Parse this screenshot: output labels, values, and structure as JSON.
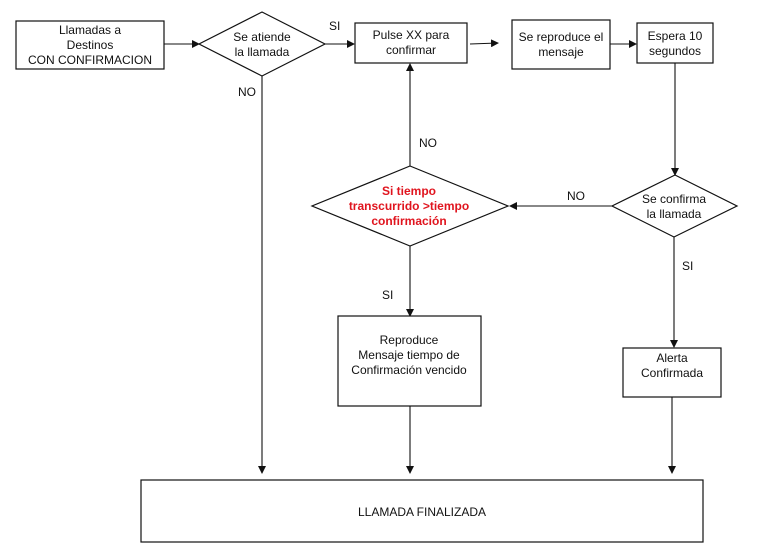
{
  "diagram": {
    "type": "flowchart",
    "nodes": {
      "start": {
        "shape": "process",
        "lines": [
          "Llamadas a",
          "Destinos",
          "CON CONFIRMACION"
        ]
      },
      "answered": {
        "shape": "decision",
        "lines": [
          "Se atiende",
          "la llamada"
        ]
      },
      "press": {
        "shape": "process",
        "lines": [
          "Pulse XX para",
          "confirmar"
        ]
      },
      "play": {
        "shape": "process",
        "lines": [
          "Se reproduce el",
          "mensaje"
        ]
      },
      "wait": {
        "shape": "process",
        "lines": [
          "Espera 10",
          "segundos"
        ]
      },
      "confirmed": {
        "shape": "decision",
        "lines": [
          "Se confirma",
          "la llamada"
        ]
      },
      "timeout": {
        "shape": "decision",
        "lines": [
          "Si tiempo",
          "transcurrido >tiempo",
          "confirmación"
        ],
        "color": "#e0141e"
      },
      "expired": {
        "shape": "process",
        "lines": [
          "Reproduce",
          "Mensaje tiempo de",
          "Confirmación vencido"
        ]
      },
      "alert": {
        "shape": "process",
        "lines": [
          "Alerta",
          "Confirmada"
        ]
      },
      "end": {
        "shape": "process",
        "lines": [
          "LLAMADA FINALIZADA"
        ]
      }
    },
    "edges": [
      {
        "from": "start",
        "to": "answered",
        "label": ""
      },
      {
        "from": "answered",
        "to": "press",
        "label": "SI"
      },
      {
        "from": "answered",
        "to": "end",
        "label": "NO"
      },
      {
        "from": "press",
        "to": "play",
        "label": ""
      },
      {
        "from": "play",
        "to": "wait",
        "label": ""
      },
      {
        "from": "wait",
        "to": "confirmed",
        "label": ""
      },
      {
        "from": "confirmed",
        "to": "timeout",
        "label": "NO"
      },
      {
        "from": "confirmed",
        "to": "alert",
        "label": "SI"
      },
      {
        "from": "timeout",
        "to": "press",
        "label": "NO"
      },
      {
        "from": "timeout",
        "to": "expired",
        "label": "SI"
      },
      {
        "from": "expired",
        "to": "end",
        "label": ""
      },
      {
        "from": "alert",
        "to": "end",
        "label": ""
      }
    ]
  }
}
